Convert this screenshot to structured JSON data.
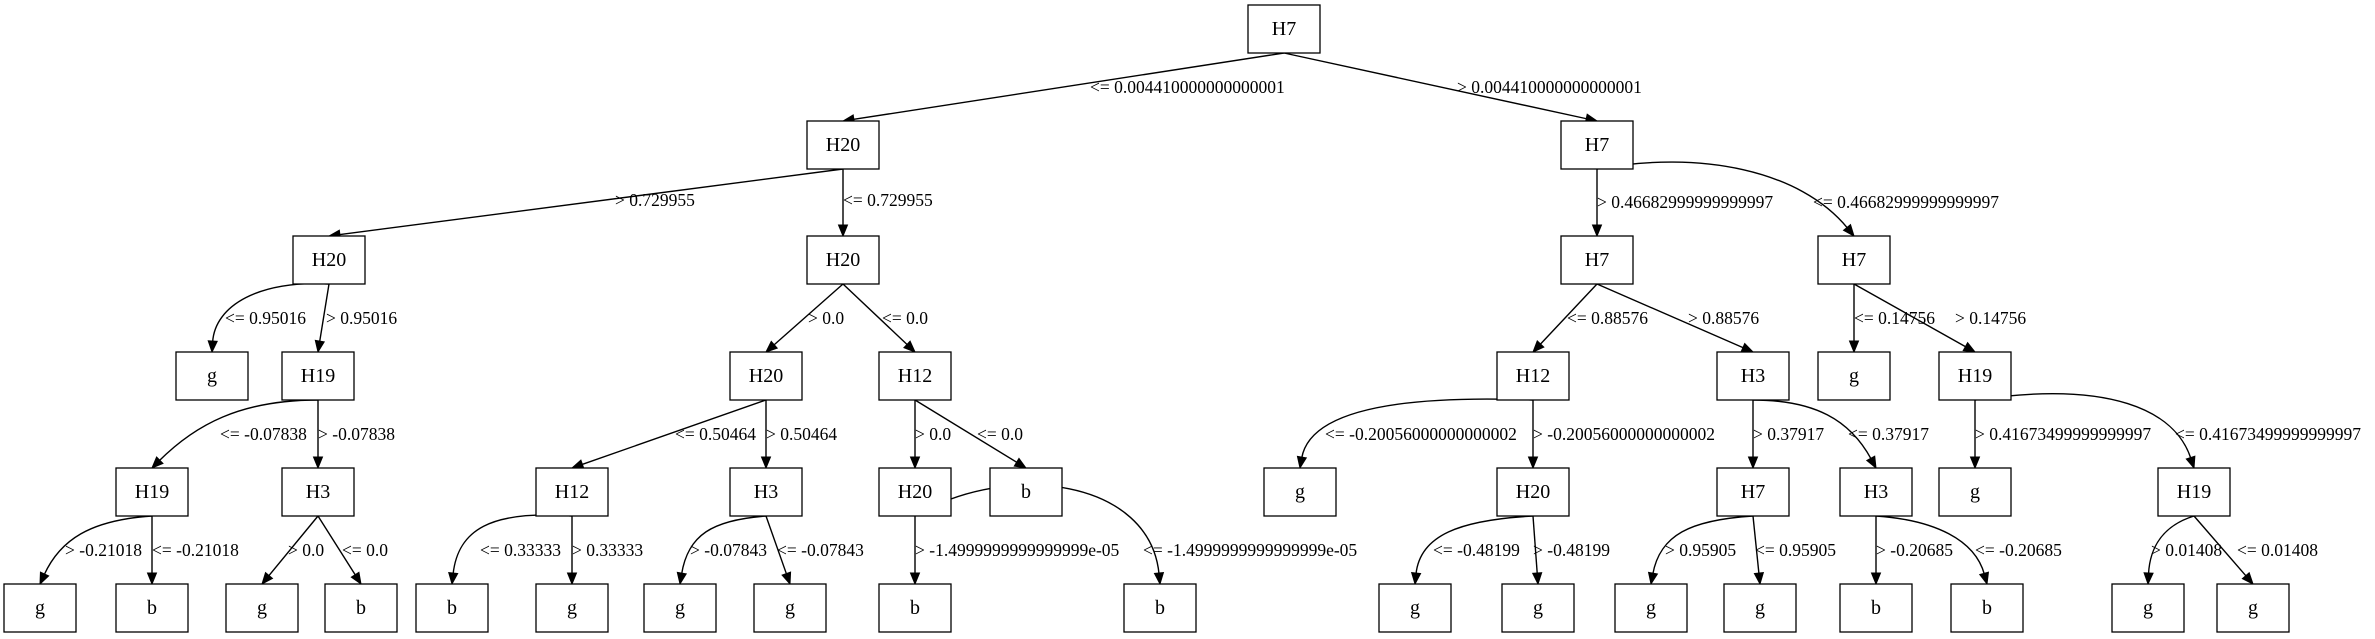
{
  "diagram": {
    "type": "decision-tree",
    "nodes": [
      {
        "id": "n0",
        "label": "H7"
      },
      {
        "id": "n1",
        "label": "H20"
      },
      {
        "id": "n2",
        "label": "H7"
      },
      {
        "id": "n3",
        "label": "H20"
      },
      {
        "id": "n4",
        "label": "H20"
      },
      {
        "id": "n5",
        "label": "H7"
      },
      {
        "id": "n6",
        "label": "H7"
      },
      {
        "id": "n7",
        "label": "g"
      },
      {
        "id": "n8",
        "label": "H19"
      },
      {
        "id": "n9",
        "label": "H20"
      },
      {
        "id": "n10",
        "label": "H12"
      },
      {
        "id": "n11",
        "label": "H12"
      },
      {
        "id": "n12",
        "label": "H3"
      },
      {
        "id": "n13",
        "label": "g"
      },
      {
        "id": "n14",
        "label": "H19"
      },
      {
        "id": "n15",
        "label": "H19"
      },
      {
        "id": "n16",
        "label": "H3"
      },
      {
        "id": "n17",
        "label": "H12"
      },
      {
        "id": "n18",
        "label": "H3"
      },
      {
        "id": "n19",
        "label": "H20"
      },
      {
        "id": "n20",
        "label": "b"
      },
      {
        "id": "n21",
        "label": "g"
      },
      {
        "id": "n22",
        "label": "H20"
      },
      {
        "id": "n23",
        "label": "H7"
      },
      {
        "id": "n24",
        "label": "H3"
      },
      {
        "id": "n25",
        "label": "g"
      },
      {
        "id": "n26",
        "label": "H19"
      },
      {
        "id": "n27",
        "label": "g"
      },
      {
        "id": "n28",
        "label": "b"
      },
      {
        "id": "n29",
        "label": "g"
      },
      {
        "id": "n30",
        "label": "b"
      },
      {
        "id": "n31",
        "label": "b"
      },
      {
        "id": "n32",
        "label": "g"
      },
      {
        "id": "n33",
        "label": "g"
      },
      {
        "id": "n34",
        "label": "g"
      },
      {
        "id": "n35",
        "label": "b"
      },
      {
        "id": "n36",
        "label": "b"
      },
      {
        "id": "n37",
        "label": "g"
      },
      {
        "id": "n38",
        "label": "g"
      },
      {
        "id": "n39",
        "label": "g"
      },
      {
        "id": "n40",
        "label": "g"
      },
      {
        "id": "n41",
        "label": "b"
      },
      {
        "id": "n42",
        "label": "b"
      },
      {
        "id": "n43",
        "label": "g"
      },
      {
        "id": "n44",
        "label": "g"
      }
    ],
    "edges": [
      {
        "from": "n0",
        "to": "n1",
        "label": "<= 0.004410000000000001"
      },
      {
        "from": "n0",
        "to": "n2",
        "label": "> 0.004410000000000001"
      },
      {
        "from": "n1",
        "to": "n3",
        "label": "> 0.729955"
      },
      {
        "from": "n1",
        "to": "n4",
        "label": "<= 0.729955"
      },
      {
        "from": "n2",
        "to": "n5",
        "label": "> 0.46682999999999997"
      },
      {
        "from": "n2",
        "to": "n6",
        "label": "<= 0.46682999999999997"
      },
      {
        "from": "n3",
        "to": "n7",
        "label": "<= 0.95016"
      },
      {
        "from": "n3",
        "to": "n8",
        "label": "> 0.95016"
      },
      {
        "from": "n4",
        "to": "n9",
        "label": "> 0.0"
      },
      {
        "from": "n4",
        "to": "n10",
        "label": "<= 0.0"
      },
      {
        "from": "n5",
        "to": "n11",
        "label": "<= 0.88576"
      },
      {
        "from": "n5",
        "to": "n12",
        "label": "> 0.88576"
      },
      {
        "from": "n6",
        "to": "n13",
        "label": "<= 0.14756"
      },
      {
        "from": "n6",
        "to": "n14",
        "label": "> 0.14756"
      },
      {
        "from": "n8",
        "to": "n15",
        "label": "<= -0.07838"
      },
      {
        "from": "n8",
        "to": "n16",
        "label": "> -0.07838"
      },
      {
        "from": "n9",
        "to": "n17",
        "label": "<= 0.50464"
      },
      {
        "from": "n9",
        "to": "n18",
        "label": "> 0.50464"
      },
      {
        "from": "n10",
        "to": "n19",
        "label": "> 0.0"
      },
      {
        "from": "n10",
        "to": "n20",
        "label": "<= 0.0"
      },
      {
        "from": "n11",
        "to": "n21",
        "label": "<= -0.20056000000000002"
      },
      {
        "from": "n11",
        "to": "n22",
        "label": "> -0.20056000000000002"
      },
      {
        "from": "n12",
        "to": "n23",
        "label": "> 0.37917"
      },
      {
        "from": "n12",
        "to": "n24",
        "label": "<= 0.37917"
      },
      {
        "from": "n14",
        "to": "n25",
        "label": "> 0.41673499999999997"
      },
      {
        "from": "n14",
        "to": "n26",
        "label": "<= 0.41673499999999997"
      },
      {
        "from": "n15",
        "to": "n27",
        "label": "> -0.21018"
      },
      {
        "from": "n15",
        "to": "n28",
        "label": "<= -0.21018"
      },
      {
        "from": "n16",
        "to": "n29",
        "label": "> 0.0"
      },
      {
        "from": "n16",
        "to": "n30",
        "label": "<= 0.0"
      },
      {
        "from": "n17",
        "to": "n31",
        "label": "<= 0.33333"
      },
      {
        "from": "n17",
        "to": "n32",
        "label": "> 0.33333"
      },
      {
        "from": "n18",
        "to": "n33",
        "label": "> -0.07843"
      },
      {
        "from": "n18",
        "to": "n34",
        "label": "<= -0.07843"
      },
      {
        "from": "n19",
        "to": "n35",
        "label": "> -1.4999999999999999e-05"
      },
      {
        "from": "n19",
        "to": "n36",
        "label": "<= -1.4999999999999999e-05"
      },
      {
        "from": "n22",
        "to": "n37",
        "label": "<= -0.48199"
      },
      {
        "from": "n22",
        "to": "n38",
        "label": "> -0.48199"
      },
      {
        "from": "n23",
        "to": "n39",
        "label": "> 0.95905"
      },
      {
        "from": "n23",
        "to": "n40",
        "label": "<= 0.95905"
      },
      {
        "from": "n24",
        "to": "n41",
        "label": "> -0.20685"
      },
      {
        "from": "n24",
        "to": "n42",
        "label": "<= -0.20685"
      },
      {
        "from": "n26",
        "to": "n43",
        "label": "> 0.01408"
      },
      {
        "from": "n26",
        "to": "n44",
        "label": "<= 0.01408"
      }
    ]
  }
}
